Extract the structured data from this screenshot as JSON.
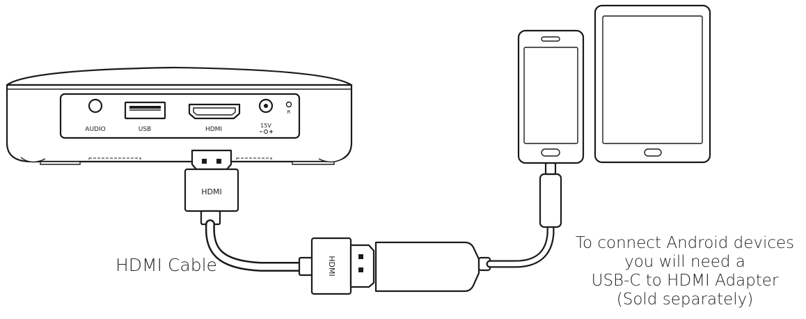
{
  "projector": {
    "ports": [
      {
        "name": "audio",
        "label": "AUDIO"
      },
      {
        "name": "usb",
        "label": "USB"
      },
      {
        "name": "hdmi",
        "label": "HDMI"
      },
      {
        "name": "power",
        "label": "15V"
      },
      {
        "name": "reset",
        "label": "R"
      }
    ]
  },
  "cable": {
    "plug_label_top": "HDMI",
    "plug_label_adapter": "HDMI",
    "caption": "HDMI Cable"
  },
  "adapter_note": {
    "lines": [
      "To connect Android devices",
      "you will need a",
      "USB-C to HDMI Adapter",
      "(Sold separately)"
    ]
  },
  "devices": [
    "phone",
    "tablet"
  ],
  "colors": {
    "line": "#1a1a1a",
    "background": "#ffffff"
  }
}
